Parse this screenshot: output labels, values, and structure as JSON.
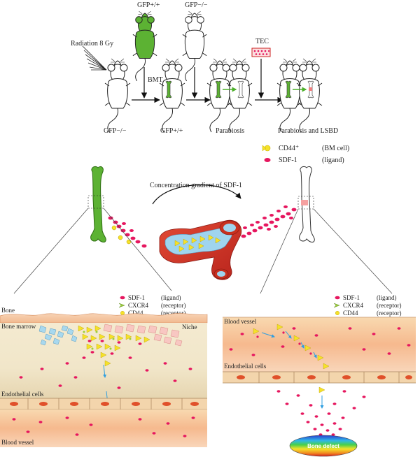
{
  "top_panel": {
    "radiation_label": "Radiation 8 Gy",
    "donor_label": "GFP+/+",
    "naive_label": "GFP−/−",
    "recipient_label": "GFP−/−",
    "bmt_label": "BMT",
    "chimera_label": "GFP+/+",
    "parabiosis_label": "Parabiosis",
    "tec_label": "TEC",
    "final_label": "Parabiosis and LSBD"
  },
  "middle_panel": {
    "gradient_label": "Concentration gradient of SDF-1",
    "legend": [
      {
        "name": "CD44⁺",
        "desc": "(BM cell)"
      },
      {
        "name": "SDF-1",
        "desc": "(ligand)"
      }
    ]
  },
  "left_panel": {
    "legend": [
      {
        "name": "SDF-1",
        "desc": "(ligand)"
      },
      {
        "name": "CXCR4",
        "desc": "(receptor)"
      },
      {
        "name": "CD44",
        "desc": "(receptor)"
      }
    ],
    "bone_label": "Bone",
    "marrow_label": "Bone marrow",
    "niche_label": "Niche",
    "endothelial_label": "Endothelial cells",
    "vessel_label": "Blood vessel"
  },
  "right_panel": {
    "legend": [
      {
        "name": "SDF-1",
        "desc": "(ligand)"
      },
      {
        "name": "CXCR4",
        "desc": "(receptor)"
      },
      {
        "name": "CD44",
        "desc": "(receptor)"
      }
    ],
    "vessel_label": "Blood vessel",
    "endothelial_label": "Endothelial cells",
    "defect_label": "Bone defect"
  },
  "colors": {
    "gfp_green": "#5cb233",
    "sdf1_pink": "#e6175f",
    "cd44_yellow": "#f5e22a",
    "cxcr4_green": "#9ccd3a",
    "arrow_blue": "#2f9ee0",
    "vessel_red": "#d83a2a",
    "tissue_beige": "#f4ecd6"
  }
}
